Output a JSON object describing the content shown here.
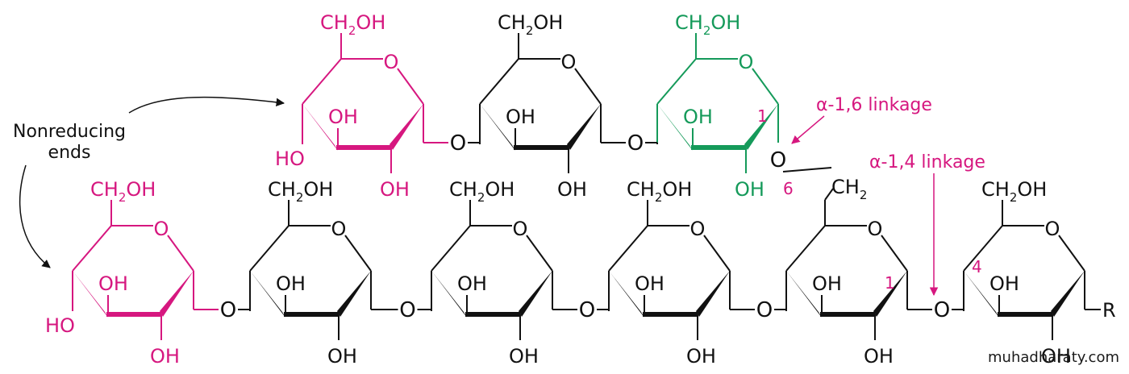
{
  "colors": {
    "black": "#111111",
    "magenta": "#d6177f",
    "green": "#159a5a"
  },
  "labels": {
    "nonreducing_line1": "Nonreducing",
    "nonreducing_line2": "ends",
    "alpha16": "α-1,6 linkage",
    "alpha14": "α-1,4 linkage",
    "ring_oxygen": "O",
    "oh": "OH",
    "ho": "HO",
    "ch2oh_prefix": "CH",
    "ch2oh_sub": "2",
    "ch2oh_suffix": "OH",
    "ch2_prefix": "CH",
    "ch2_sub": "2",
    "bridge_oxygen": "O",
    "r_group": "R",
    "pos1_upper": "1",
    "pos6": "6",
    "pos1_lower": "1",
    "pos4": "4"
  },
  "rings": [
    {
      "id": "upper-1",
      "color": "magenta",
      "has_ho": true
    },
    {
      "id": "upper-2",
      "color": "black",
      "has_ho": false
    },
    {
      "id": "upper-3",
      "color": "green",
      "has_ho": false
    },
    {
      "id": "lower-1",
      "color": "magenta",
      "has_ho": true
    },
    {
      "id": "lower-2",
      "color": "black",
      "has_ho": false
    },
    {
      "id": "lower-3",
      "color": "black",
      "has_ho": false
    },
    {
      "id": "lower-4",
      "color": "black",
      "has_ho": false
    },
    {
      "id": "lower-5",
      "color": "black",
      "has_ho": false
    },
    {
      "id": "lower-6",
      "color": "black",
      "has_ho": false
    }
  ],
  "watermark": "muhadharaty.com"
}
